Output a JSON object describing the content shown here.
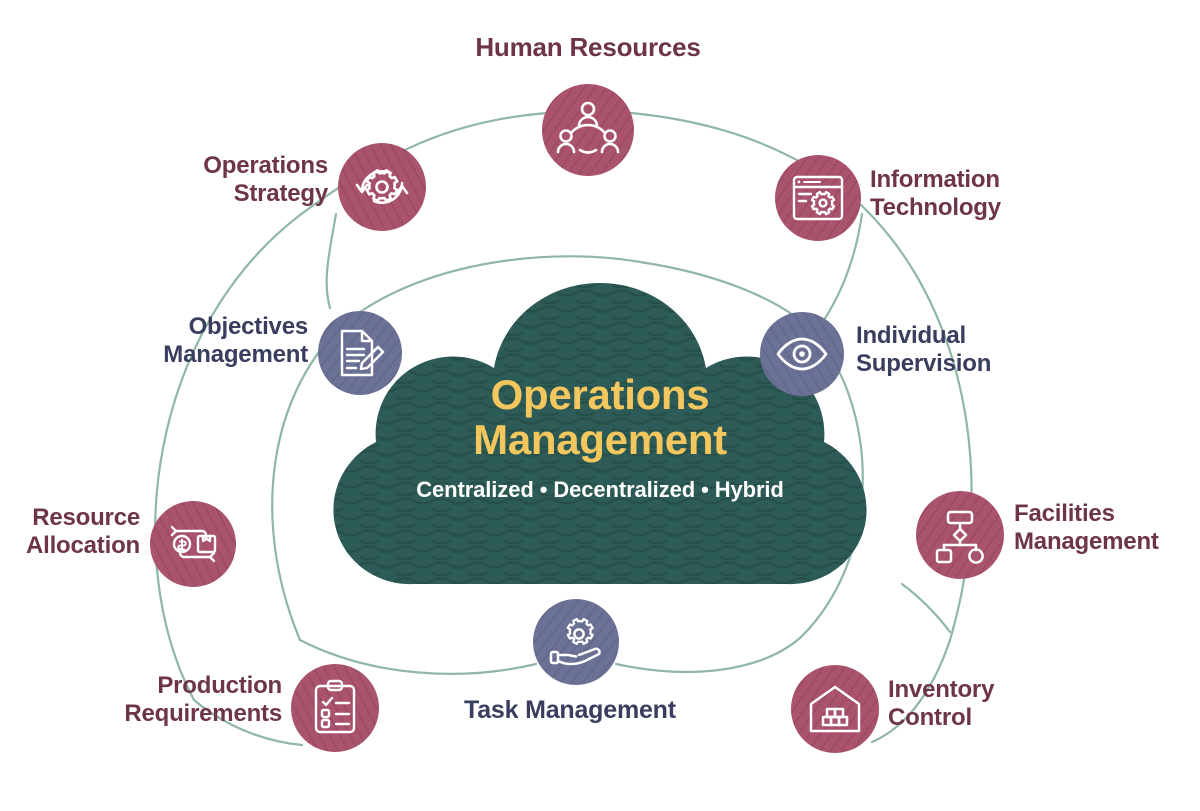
{
  "diagram": {
    "title": "Operations Management",
    "center": {
      "title": "Operations\nManagement",
      "subtitle": "Centralized • Decentralized • Hybrid",
      "shape": "cloud",
      "fill_color": "#2D5B57",
      "title_color": "#F3C75E",
      "subtitle_color": "#FFFFFF"
    },
    "colors": {
      "maroon": "#A9536D",
      "maroon_label": "#6E3549",
      "navy": "#6C7196",
      "navy_label": "#3A3E5E",
      "arc": "#8FB6A8",
      "background": "#FFFFFF",
      "icon_stroke": "#FFFFFF"
    },
    "nodes": [
      {
        "id": "human-resources",
        "label": "Human Resources",
        "icon": "people-network-icon",
        "color_group": "maroon",
        "label_position": "top"
      },
      {
        "id": "operations-strategy",
        "label": "Operations\nStrategy",
        "icon": "gear-refresh-icon",
        "color_group": "maroon",
        "label_position": "left"
      },
      {
        "id": "information-technology",
        "label": "Information\nTechnology",
        "icon": "browser-gear-icon",
        "color_group": "maroon",
        "label_position": "right"
      },
      {
        "id": "objectives-management",
        "label": "Objectives\nManagement",
        "icon": "document-pencil-icon",
        "color_group": "navy",
        "label_position": "left"
      },
      {
        "id": "individual-supervision",
        "label": "Individual\nSupervision",
        "icon": "eye-icon",
        "color_group": "navy",
        "label_position": "right"
      },
      {
        "id": "resource-allocation",
        "label": "Resource\nAllocation",
        "icon": "money-box-exchange-icon",
        "color_group": "maroon",
        "label_position": "left"
      },
      {
        "id": "facilities-management",
        "label": "Facilities\nManagement",
        "icon": "org-hierarchy-icon",
        "color_group": "maroon",
        "label_position": "right"
      },
      {
        "id": "production-requirements",
        "label": "Production\nRequirements",
        "icon": "clipboard-checklist-icon",
        "color_group": "maroon",
        "label_position": "left"
      },
      {
        "id": "task-management",
        "label": "Task Management",
        "icon": "gear-hand-icon",
        "color_group": "navy",
        "label_position": "right"
      },
      {
        "id": "inventory-control",
        "label": "Inventory\nControl",
        "icon": "warehouse-boxes-icon",
        "color_group": "maroon",
        "label_position": "right"
      }
    ]
  }
}
